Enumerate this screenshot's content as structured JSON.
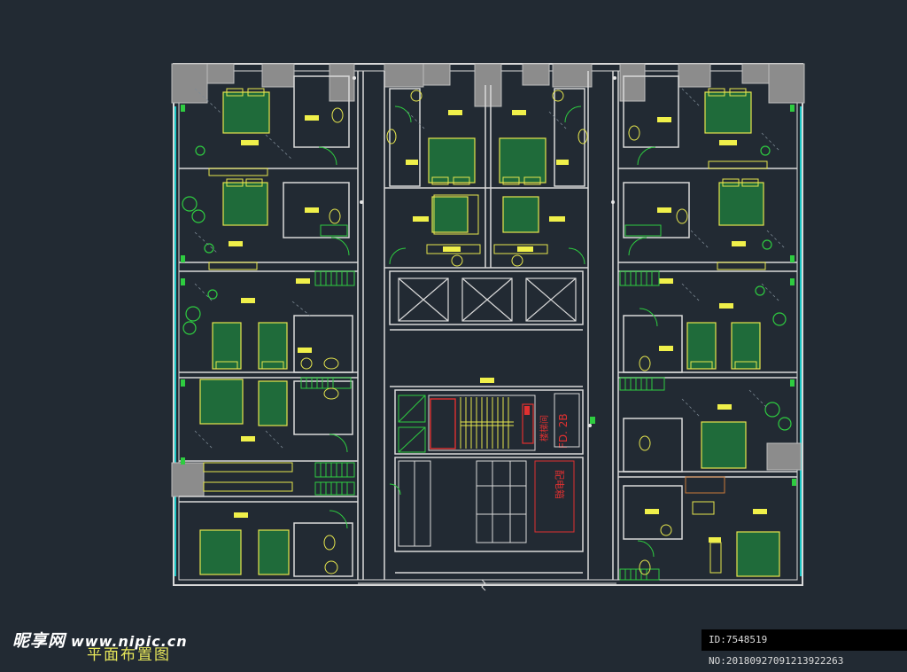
{
  "drawing": {
    "colors": {
      "background": "#222a33",
      "wall": "#d9d9d9",
      "column": "#8c8c8c",
      "furniture": "#e6e64d",
      "bed_fill": "#1f6b3a",
      "plant": "#2ecc40",
      "window": "#18c5c5",
      "red": "#e03030",
      "hatch": "#d0c048"
    },
    "labels": {
      "shaft_label": "FD. 2B",
      "stair_label": "楼梯间",
      "electric_room": "配电箱"
    }
  },
  "watermark": {
    "site_cn": "昵享网",
    "site_url": "www.nipic.cn",
    "id_text": "ID:7548519 NO:20180927091213922263"
  },
  "title": "平面布置图"
}
